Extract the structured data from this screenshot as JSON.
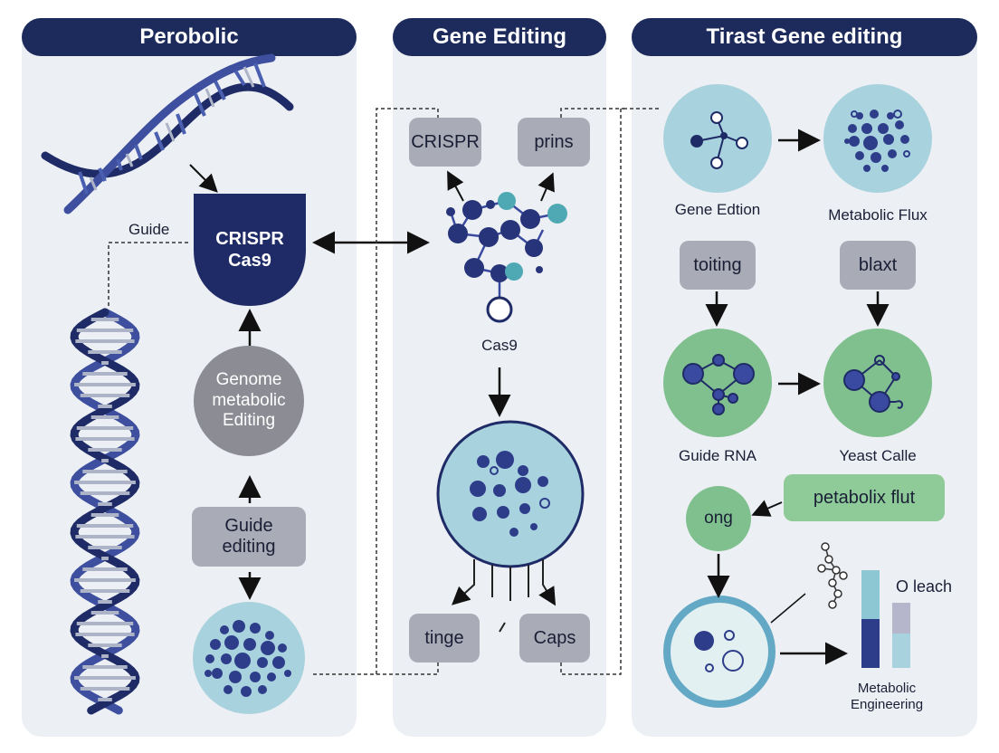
{
  "panels": [
    {
      "title": "Perobolic"
    },
    {
      "title": "Gene Editing"
    },
    {
      "title": "Tirast Gene editing"
    }
  ],
  "left": {
    "guide_label": "Guide",
    "crispr_line1": "CRISPR",
    "crispr_line2": "Cas9",
    "genome_line1": "Genome",
    "genome_line2": "metabolic",
    "genome_line3": "Editing",
    "guide_edit_line1": "Guide",
    "guide_edit_line2": "editing"
  },
  "middle": {
    "crispr_box": "CRISPR",
    "prins_box": "prins",
    "cas9_label": "Cas9",
    "tinge_box": "tinge",
    "caps_box": "Caps"
  },
  "right": {
    "gene_edtion_label": "Gene Edtion",
    "metabolic_flux_label": "Metabolic Flux",
    "toiting_box": "toiting",
    "blaxt_box": "blaxt",
    "guide_rna_label": "Guide RNA",
    "yeast_calle_label": "Yeast Calle",
    "petabolix_box": "petabolix flut",
    "ong_label": "ong",
    "o_leach_label": "O leach",
    "metabolic_eng_line1": "Metabolic",
    "metabolic_eng_line2": "Engineering"
  },
  "colors": {
    "header": "#1d2a5c",
    "panel": "#eceff3",
    "dna_blue": "#3d4f9e",
    "dna_dark": "#1f2b66",
    "gray_box": "#a9abb6",
    "teal_circle": "#a8d3de",
    "green_circle": "#7fc08e",
    "green_box": "#8ecb98",
    "node_dark": "#27347a",
    "bar_teal": "#8cc7d3",
    "bar_lavender": "#b5b5cc"
  }
}
